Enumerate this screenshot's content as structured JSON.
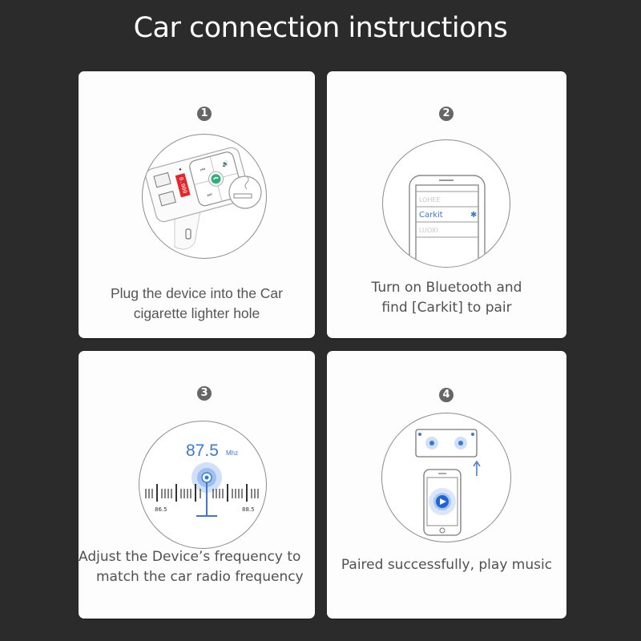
{
  "page": {
    "title": "Car connection instructions",
    "background_color": "#2b2b2b",
    "accent_color": "#3a78d8"
  },
  "steps": [
    {
      "number": "1",
      "caption_line1": "Plug the device into the Car",
      "caption_line2": "cigarette lighter hole",
      "illustration": "car-charger-device-with-cigarette-lighter-icon",
      "device_display": "0.000"
    },
    {
      "number": "2",
      "caption_line1": "Turn on Bluetooth and",
      "caption_line2": "find [Carkit] to pair",
      "illustration": "phone-bluetooth-device-list",
      "device_list": [
        "LOHEE",
        "Carkit",
        "LUOXI"
      ],
      "selected_device": "Carkit"
    },
    {
      "number": "3",
      "caption_line1": "Adjust the Device’s frequency to",
      "caption_line2": "match the car radio frequency",
      "illustration": "fm-radio-tuner-dial",
      "frequency": "87.5",
      "frequency_unit": "Mhz",
      "dial_min_label": "86.5",
      "dial_max_label": "88.5"
    },
    {
      "number": "4",
      "caption_line1": "Paired successfully, play music",
      "caption_line2": "",
      "illustration": "phone-playing-music-to-car-speakers"
    }
  ]
}
